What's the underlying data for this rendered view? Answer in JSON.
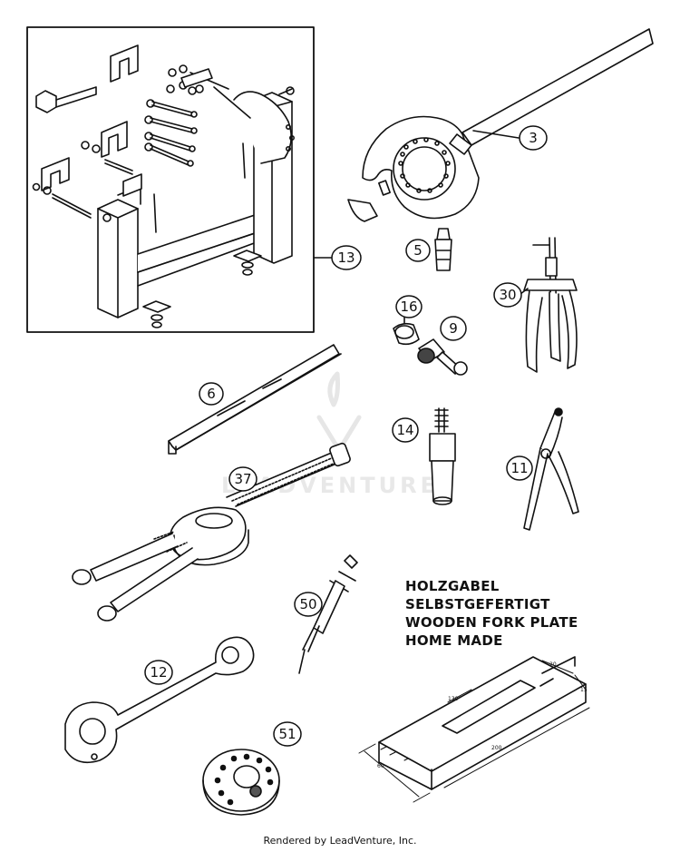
{
  "callouts": {
    "c3": "3",
    "c13": "13",
    "c5": "5",
    "c16": "16",
    "c9": "9",
    "c30": "30",
    "c6": "6",
    "c14": "14",
    "c11": "11",
    "c37": "37",
    "c50": "50",
    "c12": "12",
    "c51": "51"
  },
  "note": {
    "line1": "HOLZGABEL",
    "line2": "SELBSTGEFERTIGT",
    "line3": "WOODEN FORK PLATE",
    "line4": "HOME MADE"
  },
  "dims": {
    "d130": "130",
    "d20": "20",
    "d15": "15",
    "d200": "200",
    "d60": "60"
  },
  "watermark": {
    "text": "LEADVENTURE"
  },
  "footer": {
    "text": "Rendered by LeadVenture, Inc."
  }
}
